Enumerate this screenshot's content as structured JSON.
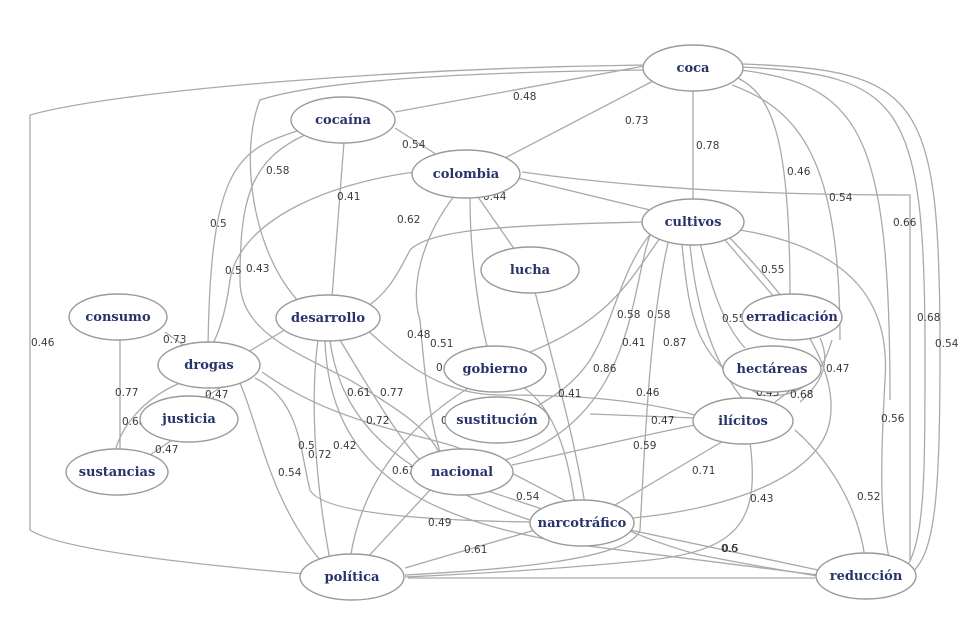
{
  "diagram": {
    "type": "word-cooccurrence-network",
    "nodes": [
      {
        "id": "coca",
        "label": "coca"
      },
      {
        "id": "cocaina",
        "label": "cocaína"
      },
      {
        "id": "colombia",
        "label": "colombia"
      },
      {
        "id": "cultivos",
        "label": "cultivos"
      },
      {
        "id": "lucha",
        "label": "lucha"
      },
      {
        "id": "consumo",
        "label": "consumo"
      },
      {
        "id": "desarrollo",
        "label": "desarrollo"
      },
      {
        "id": "erradicacion",
        "label": "erradicación"
      },
      {
        "id": "drogas",
        "label": "drogas"
      },
      {
        "id": "gobierno",
        "label": "gobierno"
      },
      {
        "id": "hectareas",
        "label": "hectáreas"
      },
      {
        "id": "justicia",
        "label": "justicia"
      },
      {
        "id": "sustitucion",
        "label": "sustitución"
      },
      {
        "id": "ilicitos",
        "label": "ilícitos"
      },
      {
        "id": "sustancias",
        "label": "sustancias"
      },
      {
        "id": "nacional",
        "label": "nacional"
      },
      {
        "id": "narcotrafico",
        "label": "narcotráfico"
      },
      {
        "id": "politica",
        "label": "política"
      },
      {
        "id": "reduccion",
        "label": "reducción"
      }
    ],
    "edges": [
      {
        "source": "coca",
        "target": "cocaina",
        "weight": "0.48"
      },
      {
        "source": "coca",
        "target": "colombia",
        "weight": "0.73"
      },
      {
        "source": "coca",
        "target": "cultivos",
        "weight": "0.78"
      },
      {
        "source": "coca",
        "target": "erradicacion",
        "weight": "0.46"
      },
      {
        "source": "coca",
        "target": "hectareas",
        "weight": "0.54"
      },
      {
        "source": "coca",
        "target": "ilicitos",
        "weight": "0.66"
      },
      {
        "source": "coca",
        "target": "reduccion",
        "weight": "0.68"
      },
      {
        "source": "coca",
        "target": "reduccion",
        "weight": "0.54"
      },
      {
        "source": "coca",
        "target": "politica",
        "weight": "0.46"
      },
      {
        "source": "coca",
        "target": "desarrollo",
        "weight": "0.58"
      },
      {
        "source": "cocaina",
        "target": "colombia",
        "weight": "0.54"
      },
      {
        "source": "cocaina",
        "target": "desarrollo",
        "weight": "0.41"
      },
      {
        "source": "cocaina",
        "target": "drogas",
        "weight": "0.5"
      },
      {
        "source": "cocaina",
        "target": "nacional",
        "weight": "0.43"
      },
      {
        "source": "colombia",
        "target": "lucha",
        "weight": "0.44"
      },
      {
        "source": "colombia",
        "target": "cultivos",
        "weight": ""
      },
      {
        "source": "colombia",
        "target": "gobierno",
        "weight": ""
      },
      {
        "source": "colombia",
        "target": "nacional",
        "weight": "0.48"
      },
      {
        "source": "colombia",
        "target": "drogas",
        "weight": "0.5"
      },
      {
        "source": "colombia",
        "target": "reduccion",
        "weight": ""
      },
      {
        "source": "cultivos",
        "target": "desarrollo",
        "weight": "0.62"
      },
      {
        "source": "cultivos",
        "target": "erradicacion",
        "weight": "0.55"
      },
      {
        "source": "cultivos",
        "target": "hectareas",
        "weight": "0.55"
      },
      {
        "source": "cultivos",
        "target": "gobierno",
        "weight": "0.58"
      },
      {
        "source": "cultivos",
        "target": "sustitucion",
        "weight": "0.41"
      },
      {
        "source": "cultivos",
        "target": "ilicitos",
        "weight": "0.87"
      },
      {
        "source": "cultivos",
        "target": "nacional",
        "weight": "0.86"
      },
      {
        "source": "cultivos",
        "target": "politica",
        "weight": "0.58"
      },
      {
        "source": "cultivos",
        "target": "reduccion",
        "weight": "0.56"
      },
      {
        "source": "cultivos",
        "target": "narcotrafico",
        "weight": "0.43"
      },
      {
        "source": "cultivos",
        "target": "ilicitos",
        "weight": "0.45"
      },
      {
        "source": "lucha",
        "target": "narcotrafico",
        "weight": "0.41"
      },
      {
        "source": "consumo",
        "target": "drogas",
        "weight": "0.73"
      },
      {
        "source": "consumo",
        "target": "sustancias",
        "weight": "0.77"
      },
      {
        "source": "desarrollo",
        "target": "drogas",
        "weight": ""
      },
      {
        "source": "desarrollo",
        "target": "nacional",
        "weight": "0.61"
      },
      {
        "source": "desarrollo",
        "target": "narcotrafico",
        "weight": "0.72"
      },
      {
        "source": "desarrollo",
        "target": "politica",
        "weight": "0.42"
      },
      {
        "source": "desarrollo",
        "target": "ilicitos",
        "weight": "0.57"
      },
      {
        "source": "desarrollo",
        "target": "reduccion",
        "weight": "0.72"
      },
      {
        "source": "drogas",
        "target": "justicia",
        "weight": "0.47"
      },
      {
        "source": "drogas",
        "target": "sustancias",
        "weight": "0.68"
      },
      {
        "source": "drogas",
        "target": "politica",
        "weight": "0.54"
      },
      {
        "source": "drogas",
        "target": "narcotrafico",
        "weight": "0.5"
      },
      {
        "source": "drogas",
        "target": "reduccion",
        "weight": "0.51"
      },
      {
        "source": "justicia",
        "target": "sustancias",
        "weight": "0.47"
      },
      {
        "source": "gobierno",
        "target": "politica",
        "weight": "0.4"
      },
      {
        "source": "gobierno",
        "target": "narcotrafico",
        "weight": "0.59"
      },
      {
        "source": "hectareas",
        "target": "ilicitos",
        "weight": "0.47"
      },
      {
        "source": "hectareas",
        "target": "ilicitos",
        "weight": "0.68"
      },
      {
        "source": "ilicitos",
        "target": "nacional",
        "weight": "0.59"
      },
      {
        "source": "ilicitos",
        "target": "narcotrafico",
        "weight": "0.71"
      },
      {
        "source": "ilicitos",
        "target": "reduccion",
        "weight": "0.52"
      },
      {
        "source": "ilicitos",
        "target": "politica",
        "weight": "0.43"
      },
      {
        "source": "ilicitos",
        "target": "sustitucion",
        "weight": "0.46"
      },
      {
        "source": "nacional",
        "target": "narcotrafico",
        "weight": "0.54"
      },
      {
        "source": "nacional",
        "target": "politica",
        "weight": "0.63"
      },
      {
        "source": "narcotrafico",
        "target": "politica",
        "weight": "0.61"
      },
      {
        "source": "narcotrafico",
        "target": "reduccion",
        "weight": "0.6"
      },
      {
        "source": "politica",
        "target": "reduccion",
        "weight": "0.5"
      },
      {
        "source": "desarrollo",
        "target": "politica",
        "weight": "0.49"
      }
    ]
  }
}
